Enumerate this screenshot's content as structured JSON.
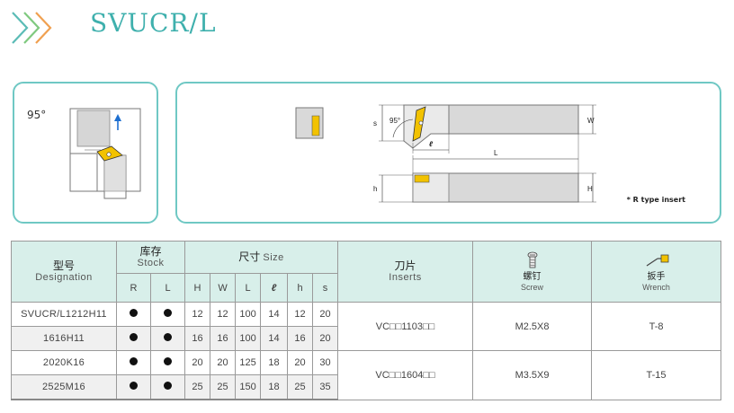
{
  "title": "SVUCR/L",
  "left_panel": {
    "angle": "95°"
  },
  "right_panel": {
    "angle": "95°",
    "dims": {
      "s": "s",
      "w": "W",
      "l_small": "ℓ",
      "L": "L",
      "h": "h",
      "H": "H"
    },
    "note": "* R type insert"
  },
  "table": {
    "designation": {
      "cn": "型号",
      "en": "Designation"
    },
    "stock": {
      "cn": "库存",
      "en": "Stock",
      "r": "R",
      "l": "L"
    },
    "size": {
      "cn": "尺寸",
      "en": "Size",
      "cols": [
        "H",
        "W",
        "L",
        "ℓ",
        "h",
        "s"
      ]
    },
    "inserts": {
      "cn": "刀片",
      "en": "Inserts"
    },
    "screw": {
      "cn": "螺钉",
      "en": "Screw"
    },
    "wrench": {
      "cn": "扳手",
      "en": "Wrench"
    },
    "rows": [
      {
        "designation": "SVUCR/L1212H11",
        "H": "12",
        "W": "12",
        "L": "100",
        "l": "14",
        "h": "12",
        "s": "20"
      },
      {
        "designation": "1616H11",
        "H": "16",
        "W": "16",
        "L": "100",
        "l": "14",
        "h": "16",
        "s": "20"
      },
      {
        "designation": "2020K16",
        "H": "20",
        "W": "20",
        "L": "125",
        "l": "18",
        "h": "20",
        "s": "30"
      },
      {
        "designation": "2525M16",
        "H": "25",
        "W": "25",
        "L": "150",
        "l": "18",
        "h": "25",
        "s": "35"
      }
    ],
    "groups": [
      {
        "insert": "VC□□1103□□",
        "screw": "M2.5X8",
        "wrench": "T-8"
      },
      {
        "insert": "VC□□1604□□",
        "screw": "M3.5X9",
        "wrench": "T-15"
      }
    ]
  }
}
